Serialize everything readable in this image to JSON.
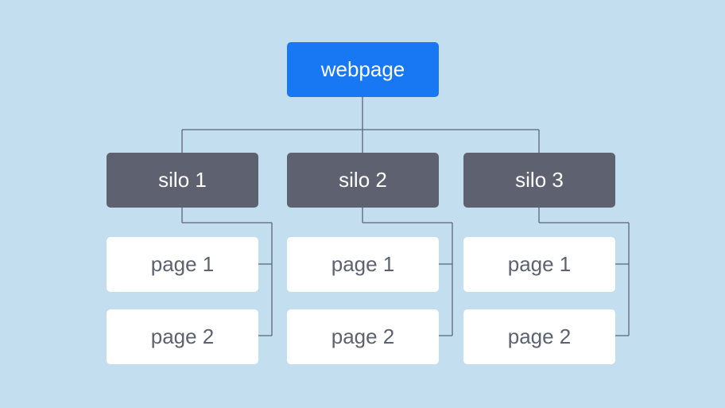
{
  "colors": {
    "background": "#c3deef",
    "root_fill": "#1877f2",
    "silo_fill": "#5e6270",
    "page_fill": "#ffffff",
    "page_text": "#5e6270",
    "connector": "#5c6677"
  },
  "root": {
    "label": "webpage"
  },
  "silos": [
    {
      "label": "silo 1",
      "pages": [
        {
          "label": "page 1"
        },
        {
          "label": "page 2"
        }
      ]
    },
    {
      "label": "silo 2",
      "pages": [
        {
          "label": "page 1"
        },
        {
          "label": "page 2"
        }
      ]
    },
    {
      "label": "silo 3",
      "pages": [
        {
          "label": "page 1"
        },
        {
          "label": "page 2"
        }
      ]
    }
  ]
}
